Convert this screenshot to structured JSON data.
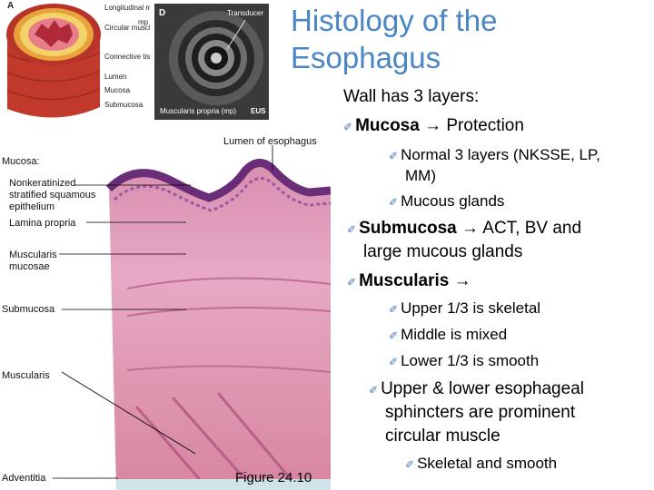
{
  "title_line1": "Histology of the",
  "title_line2": "Esophagus",
  "figA": {
    "letter": "A",
    "labels": [
      "Longitudinal muscle",
      "Circular muscle",
      "Connective tissue",
      "Lumen",
      "Mucosa",
      "Submucosa"
    ],
    "mp": "mp"
  },
  "figD": {
    "letter": "D",
    "transducer": "Transducer",
    "muscularis": "Muscularis propria (mp)",
    "eus": "EUS"
  },
  "micrograph": {
    "lumen": "Lumen of esophagus",
    "mucosa": "Mucosa:",
    "nkss1": "Nonkeratinized",
    "nkss2": "stratified squamous",
    "nkss3": "epithelium",
    "lamina": "Lamina propria",
    "mm1": "Muscularis",
    "mm2": "mucosae",
    "submucosa": "Submucosa",
    "muscularis": "Muscularis",
    "adventitia": "Adventitia",
    "caption": "Figure 24.10"
  },
  "bullets": {
    "wall": "Wall has 3 layers:",
    "mucosa": "Mucosa",
    "mucosa_rest": "Protection",
    "normal1": "Normal 3 layers (NKSSE, LP,",
    "normal2": "MM)",
    "glands": "Mucous glands",
    "submucosa": "Submucosa",
    "submucosa_rest": "ACT, BV and",
    "submucosa2": "large mucous glands",
    "muscularis": "Muscularis",
    "upper": "Upper 1/3 is skeletal",
    "middle": "Middle is mixed",
    "lower": "Lower 1/3 is smooth",
    "sph1": "Upper & lower esophageal",
    "sph2": "sphincters are prominent",
    "sph3": "circular muscle",
    "skeletal": "Skeletal and smooth"
  }
}
